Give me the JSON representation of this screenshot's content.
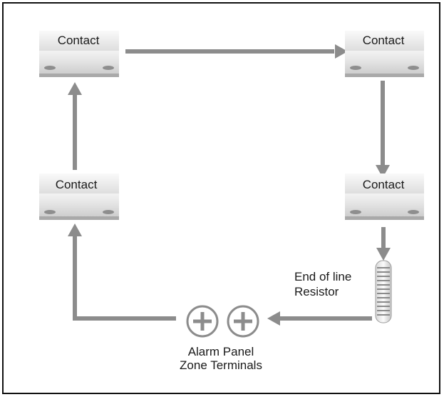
{
  "diagram": {
    "contacts": [
      {
        "id": "top-left",
        "label": "Contact"
      },
      {
        "id": "top-right",
        "label": "Contact"
      },
      {
        "id": "right-middle",
        "label": "Contact"
      },
      {
        "id": "left-middle",
        "label": "Contact"
      }
    ],
    "resistor": {
      "label_line1": "End of line",
      "label_line2": "Resistor"
    },
    "terminals": {
      "label_line1": "Alarm Panel",
      "label_line2": "Zone Terminals"
    },
    "colors": {
      "wire": "#8c8c8c",
      "contact_body": "#e6e6e6",
      "contact_shadow": "#a9a9a9",
      "frame": "#111111"
    }
  }
}
